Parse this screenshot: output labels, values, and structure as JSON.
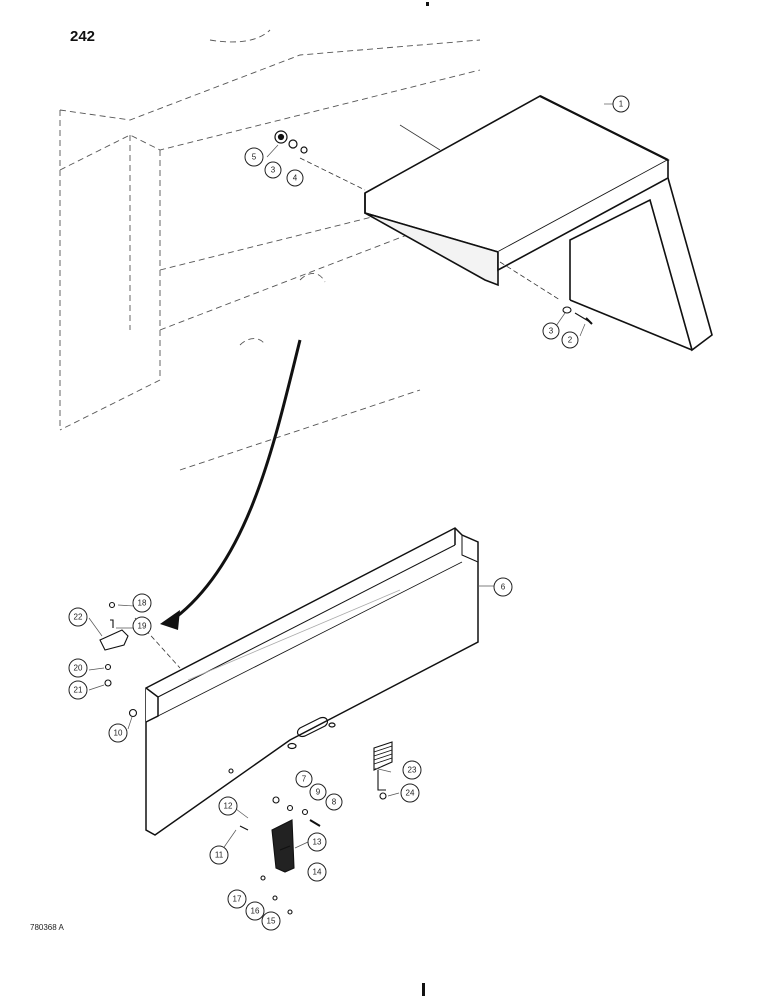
{
  "page_number": "242",
  "figure_code": "780368 A",
  "callouts": [
    {
      "id": "c1",
      "label": "1"
    },
    {
      "id": "c2",
      "label": "2"
    },
    {
      "id": "c3a",
      "label": "3"
    },
    {
      "id": "c3b",
      "label": "3"
    },
    {
      "id": "c4",
      "label": "4"
    },
    {
      "id": "c5",
      "label": "5"
    },
    {
      "id": "c6",
      "label": "6"
    },
    {
      "id": "c7",
      "label": "7"
    },
    {
      "id": "c8",
      "label": "8"
    },
    {
      "id": "c9",
      "label": "9"
    },
    {
      "id": "c10",
      "label": "10"
    },
    {
      "id": "c11",
      "label": "11"
    },
    {
      "id": "c12",
      "label": "12"
    },
    {
      "id": "c13",
      "label": "13"
    },
    {
      "id": "c14",
      "label": "14"
    },
    {
      "id": "c15",
      "label": "15"
    },
    {
      "id": "c16",
      "label": "16"
    },
    {
      "id": "c17",
      "label": "17"
    },
    {
      "id": "c18",
      "label": "18"
    },
    {
      "id": "c19",
      "label": "19"
    },
    {
      "id": "c20",
      "label": "20"
    },
    {
      "id": "c21",
      "label": "21"
    },
    {
      "id": "c22",
      "label": "22"
    },
    {
      "id": "c23",
      "label": "23"
    },
    {
      "id": "c24",
      "label": "24"
    }
  ]
}
